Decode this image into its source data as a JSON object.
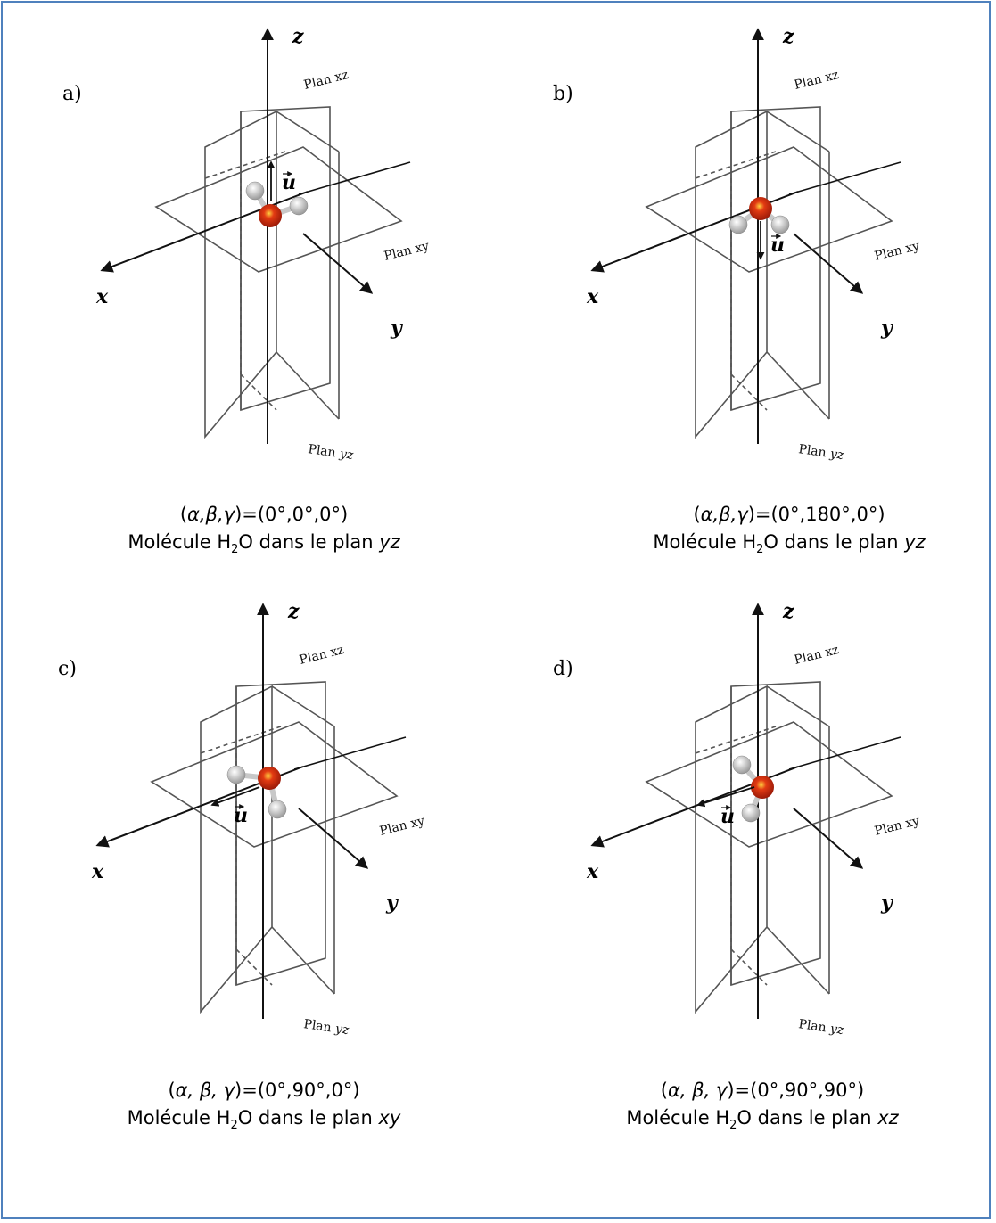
{
  "panels": [
    {
      "letter": "a)",
      "angles_prefix": "(",
      "angles_symbols": "α,β,γ",
      "angles_values": ")=(0°,0°,0°)",
      "mol_prefix": "Molécule H",
      "mol_sub": "2",
      "mol_middle": "O dans le plan ",
      "mol_plane": "yz",
      "vector": "u",
      "vector_direction": "up"
    },
    {
      "letter": "b)",
      "angles_prefix": "(",
      "angles_symbols": "α,β,γ",
      "angles_values": ")=(0°,180°,0°)",
      "mol_prefix": "Molécule H",
      "mol_sub": "2",
      "mol_middle": "O dans le plan ",
      "mol_plane": "yz",
      "vector": "u",
      "vector_direction": "down"
    },
    {
      "letter": "c)",
      "angles_prefix": "(",
      "angles_symbols": "α, β, γ",
      "angles_values": ")=(0°,90°,0°)",
      "mol_prefix": "Molécule H",
      "mol_sub": "2",
      "mol_middle": "O dans le plan ",
      "mol_plane": "xy",
      "vector": "u",
      "vector_direction": "x"
    },
    {
      "letter": "d)",
      "angles_prefix": "(",
      "angles_symbols": "α, β, γ",
      "angles_values": ")=(0°,90°,90°)",
      "mol_prefix": "Molécule H",
      "mol_sub": "2",
      "mol_middle": "O dans le plan ",
      "mol_plane": "xz",
      "vector": "u",
      "vector_direction": "x"
    }
  ],
  "axes": {
    "x": "x",
    "y": "y",
    "z": "z"
  },
  "planes": {
    "xz": "Plan xz",
    "xy": "Plan xy",
    "yz_word": "Plan",
    "yz_italic": "yz"
  },
  "colors": {
    "frame": "#4f81bd",
    "oxygen": "#d42a10",
    "hydrogen": "#e6e6e6"
  }
}
